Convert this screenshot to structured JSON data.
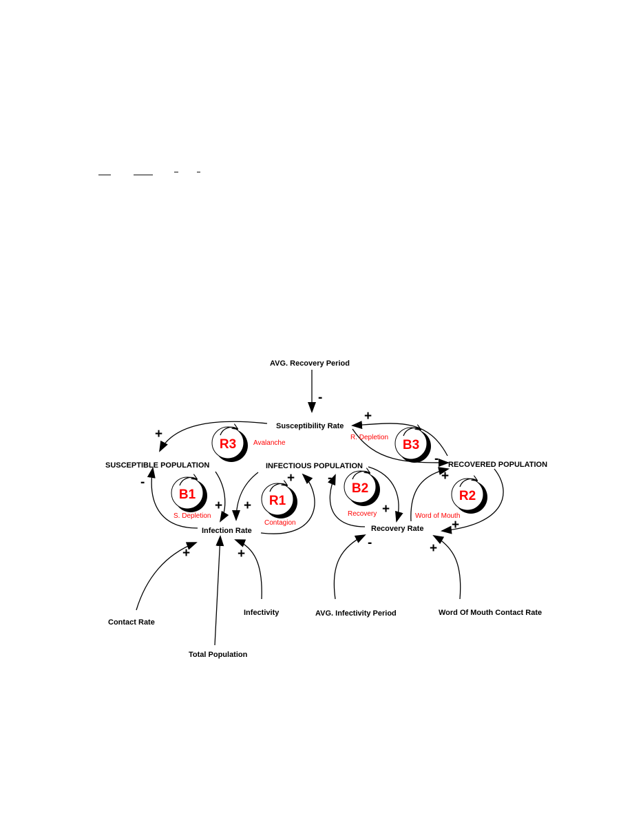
{
  "variables": {
    "avg_recovery_period": "AVG. Recovery Period",
    "susceptibility_rate": "Susceptibility Rate",
    "susceptible_population": "SUSCEPTIBLE POPULATION",
    "infectious_population": "INFECTIOUS POPULATION",
    "recovered_population": "RECOVERED  POPULATION",
    "infection_rate": "Infection Rate",
    "recovery_rate": "Recovery Rate",
    "contact_rate": "Contact Rate",
    "total_population": "Total Population",
    "infectivity": "Infectivity",
    "avg_infectivity_period": "AVG. Infectivity Period",
    "word_of_mouth_contact_rate": "Word Of Mouth Contact Rate"
  },
  "loops": [
    {
      "id": "R3",
      "name": "Avalanche"
    },
    {
      "id": "B1",
      "name": "S. Depletion"
    },
    {
      "id": "R1",
      "name": "Contagion"
    },
    {
      "id": "B2",
      "name": "Recovery"
    },
    {
      "id": "B3",
      "name": "R. Depletion"
    },
    {
      "id": "R2",
      "name": "Word of Mouth"
    }
  ],
  "polarities": {
    "avg_recovery_to_susceptibility": "-",
    "susceptibility_to_susceptible": "+",
    "recovered_to_susceptibility": "+",
    "susceptibility_to_recovered": "-",
    "infection_to_susceptible": "-",
    "susceptible_to_infection": "+",
    "infectious_to_infection": "+",
    "infection_to_infectious": "+",
    "recovery_to_infectious": "-",
    "infectious_to_recovery": "+",
    "recovery_to_recovered": "+",
    "recovered_to_recovery": "+",
    "contact_to_infection": "+",
    "infectivity_to_infection": "+",
    "avg_infectivity_to_recovery": "-",
    "word_of_mouth_to_recovery": "+"
  },
  "colors": {
    "loop_label": "#ff0000",
    "line": "#000000"
  }
}
